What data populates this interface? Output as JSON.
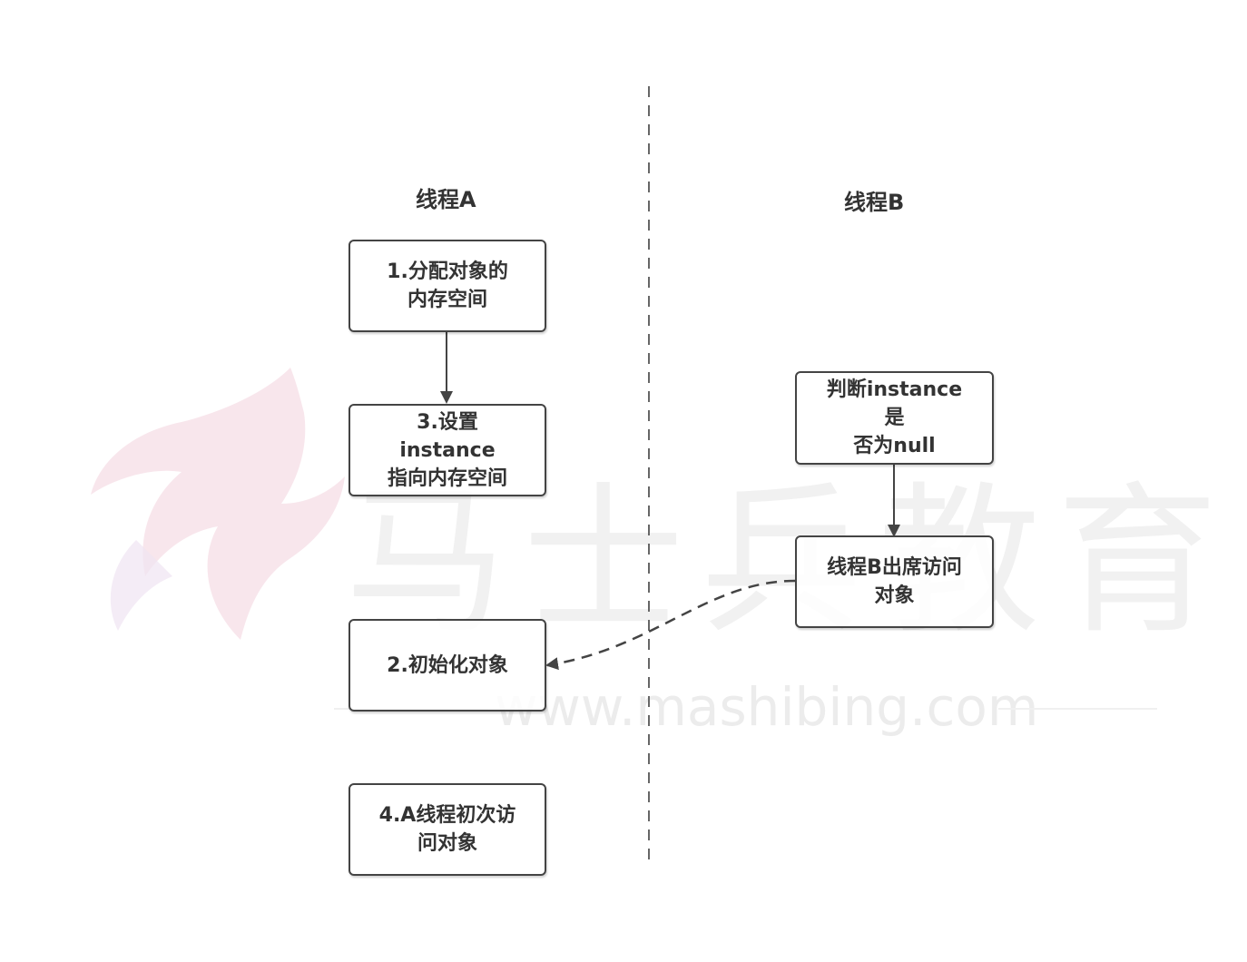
{
  "watermark": {
    "brand_cn": "马士兵教育",
    "url": "www.mashibing.com"
  },
  "lanes": {
    "thread_a": "线程A",
    "thread_b": "线程B"
  },
  "thread_a_steps": {
    "step1": "1.分配对象的\n内存空间",
    "step3": "3.设置\ninstance\n指向内存空间",
    "step2": "2.初始化对象",
    "step4": "4.A线程初次访\n问对象"
  },
  "thread_b_steps": {
    "check": "判断instance\n是\n否为null",
    "access": "线程B出席访问\n对象"
  },
  "colors": {
    "line": "#444444",
    "text": "#333333",
    "watermark_logo": "#f3d3dd"
  }
}
